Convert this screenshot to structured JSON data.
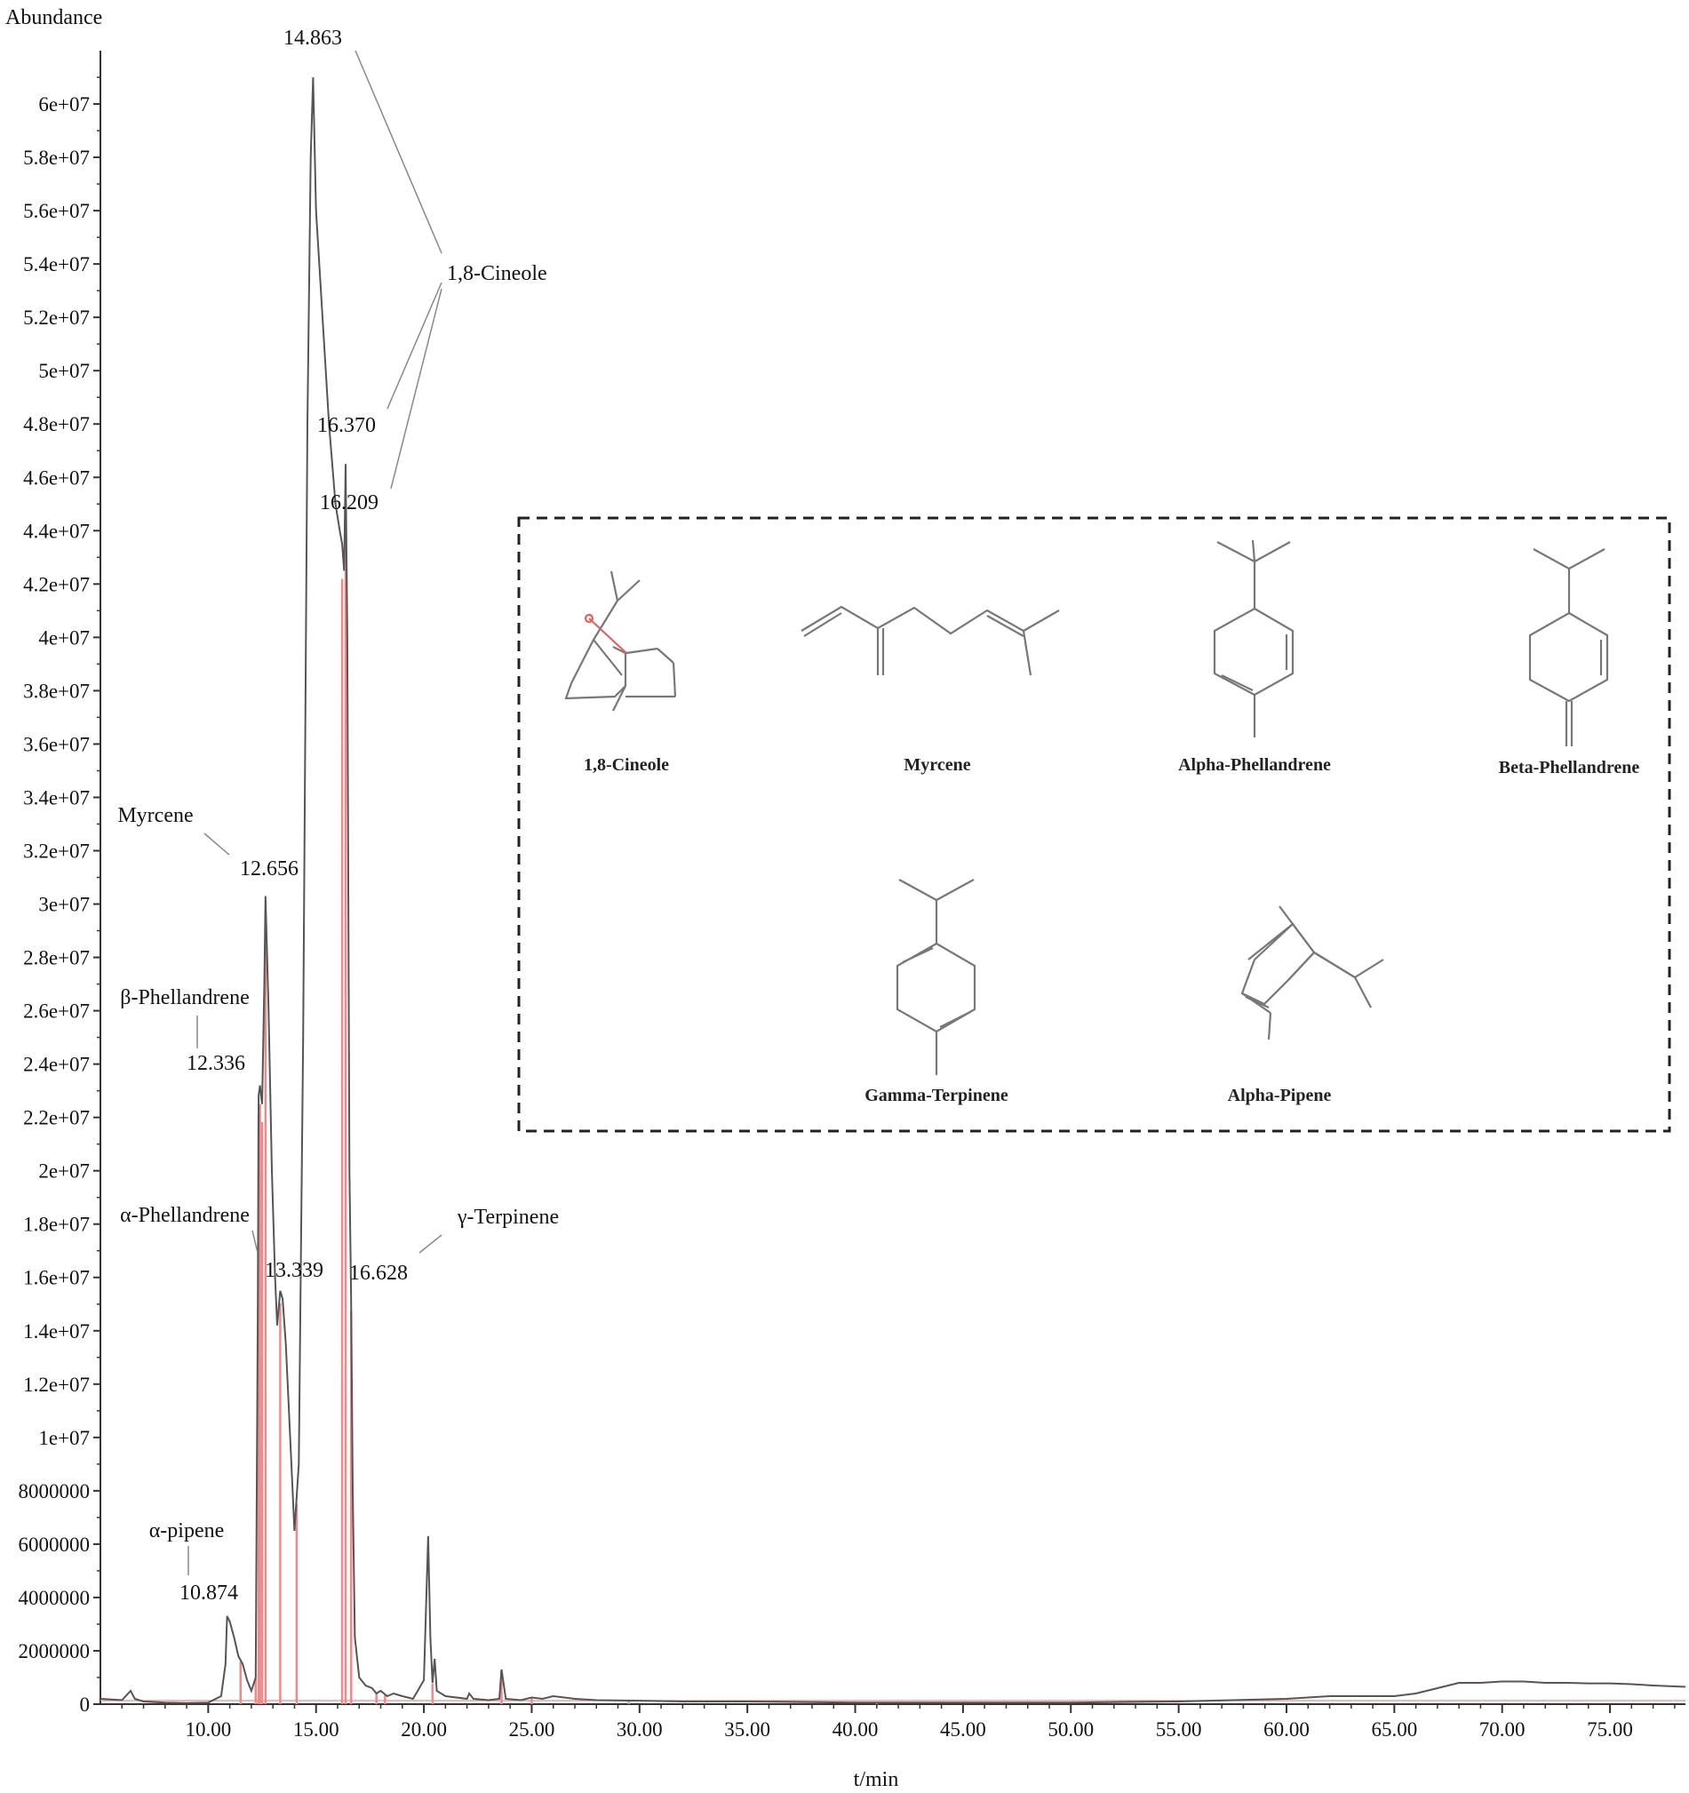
{
  "chart_data": {
    "type": "line",
    "xlabel": "t/min",
    "ylabel": "Abundance",
    "xlim": [
      5,
      78.5
    ],
    "ylim": [
      0,
      62000000
    ],
    "x_ticks": [
      "10.00",
      "15.00",
      "20.00",
      "25.00",
      "30.00",
      "35.00",
      "40.00",
      "45.00",
      "50.00",
      "55.00",
      "60.00",
      "65.00",
      "70.00",
      "75.00"
    ],
    "y_ticks": [
      "0",
      "2000000",
      "4000000",
      "6000000",
      "8000000",
      "1e+07",
      "1.2e+07",
      "1.4e+07",
      "1.6e+07",
      "1.8e+07",
      "2e+07",
      "2.2e+07",
      "2.4e+07",
      "2.6e+07",
      "2.8e+07",
      "3e+07",
      "3.2e+07",
      "3.4e+07",
      "3.6e+07",
      "3.8e+07",
      "4e+07",
      "4.2e+07",
      "4.4e+07",
      "4.6e+07",
      "4.8e+07",
      "5e+07",
      "5.2e+07",
      "5.4e+07",
      "5.6e+07",
      "5.8e+07",
      "6e+07"
    ],
    "series": [
      {
        "color": "#555555",
        "x": [
          5.0,
          6.0,
          6.4,
          6.6,
          7.0,
          8.0,
          9.0,
          10.0,
          10.6,
          10.8,
          10.874,
          11.0,
          11.2,
          11.4,
          11.6,
          11.8,
          12.0,
          12.2,
          12.3,
          12.336,
          12.4,
          12.5,
          12.6,
          12.656,
          12.8,
          12.95,
          13.1,
          13.2,
          13.339,
          13.45,
          13.6,
          13.8,
          14.0,
          14.2,
          14.4,
          14.6,
          14.75,
          14.863,
          15.0,
          15.3,
          15.6,
          15.9,
          16.1,
          16.209,
          16.3,
          16.37,
          16.45,
          16.55,
          16.628,
          16.7,
          16.8,
          17.0,
          17.3,
          17.6,
          17.8,
          18.0,
          18.3,
          18.6,
          19.0,
          19.5,
          20.0,
          20.2,
          20.3,
          20.4,
          20.5,
          20.6,
          21.0,
          22.0,
          22.1,
          22.3,
          23.0,
          23.5,
          23.6,
          23.8,
          24.5,
          25.0,
          25.5,
          26.0,
          27.0,
          28.0,
          30.0,
          32.0,
          35.0,
          40.0,
          45.0,
          50.0,
          55.0,
          60.0,
          62.0,
          65.0,
          66.0,
          67.0,
          68.0,
          69.0,
          70.0,
          71.0,
          72.0,
          73.0,
          74.0,
          75.0,
          76.0,
          77.0,
          78.5
        ],
        "y": [
          200000,
          150000,
          500000,
          200000,
          100000,
          60000,
          40000,
          60000,
          300000,
          1500000,
          3300000,
          3100000,
          2500000,
          1800000,
          1500000,
          900000,
          500000,
          1000000,
          15000000,
          22800000,
          23200000,
          22500000,
          27000000,
          30300000,
          26000000,
          20000000,
          16000000,
          14200000,
          15500000,
          15200000,
          13500000,
          10000000,
          6500000,
          9000000,
          25000000,
          48000000,
          58000000,
          61000000,
          56000000,
          52000000,
          48000000,
          45000000,
          44000000,
          43500000,
          42500000,
          46500000,
          40000000,
          20000000,
          15200000,
          8000000,
          2500000,
          1000000,
          700000,
          600000,
          400000,
          500000,
          300000,
          400000,
          300000,
          200000,
          900000,
          6300000,
          2500000,
          800000,
          1700000,
          500000,
          300000,
          200000,
          400000,
          200000,
          150000,
          200000,
          1300000,
          200000,
          150000,
          250000,
          200000,
          300000,
          200000,
          150000,
          130000,
          100000,
          100000,
          60000,
          60000,
          60000,
          100000,
          200000,
          300000,
          300000,
          400000,
          600000,
          800000,
          800000,
          850000,
          850000,
          800000,
          800000,
          780000,
          780000,
          750000,
          700000,
          650000
        ]
      }
    ],
    "integration_lines": [
      11.5,
      12.2,
      12.336,
      12.4,
      12.5,
      12.656,
      13.339,
      14.1,
      16.209,
      16.37,
      16.628,
      17.8,
      18.2,
      20.4,
      23.6,
      25.0,
      29.5,
      41.0
    ],
    "peaks": [
      {
        "name": "α-pipene",
        "rt": "10.874"
      },
      {
        "name": "β-Phellandrene",
        "rt": "12.336"
      },
      {
        "name": "Myrcene",
        "rt": "12.656"
      },
      {
        "name": "α-Phellandrene",
        "rt": "13.339"
      },
      {
        "name": "1,8-Cineole",
        "rt": "14.863"
      },
      {
        "name": "1,8-Cineole",
        "rt": "16.370"
      },
      {
        "name": "1,8-Cineole",
        "rt": "16.209"
      },
      {
        "name": "γ-Terpinene",
        "rt": "16.628"
      }
    ],
    "cineole_label": "1,8-Cineole",
    "structures": [
      "1,8-Cineole",
      "Myrcene",
      "Alpha-Phellandrene",
      "Beta-Phellandrene",
      "Gamma-Terpinene",
      "Alpha-Pipene"
    ],
    "colors": {
      "trace": "#555555",
      "integration": "#f08a8a",
      "axis": "#333333",
      "box": "#222222"
    }
  }
}
